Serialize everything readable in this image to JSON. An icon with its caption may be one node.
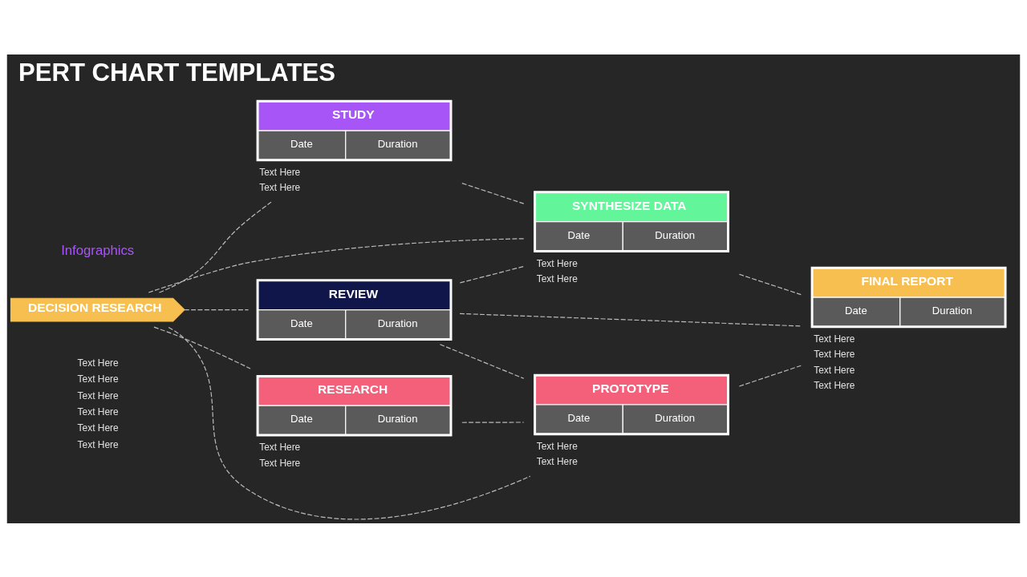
{
  "diagram": {
    "title": "PERT CHART TEMPLATES",
    "nodes": [
      {
        "text": [
          "DECISION RESEARCH"
        ],
        "beside": [
          "Text Here",
          "Text Here",
          "Text Here",
          "Text Here",
          "Text Here",
          "Text Here"
        ]
      },
      {
        "text": [
          "STUDY",
          "Date",
          "Duration"
        ],
        "beside": [
          "Text Here",
          "Text Here"
        ]
      },
      {
        "text": [
          "REVIEW",
          "Date",
          "Duration"
        ]
      },
      {
        "text": [
          "RESEARCH",
          "Date",
          "Duration"
        ],
        "beside": [
          "Text Here",
          "Text Here"
        ]
      },
      {
        "text": [
          "SYNTHESIZE DATA",
          "Date",
          "Duration"
        ],
        "beside": [
          "Text Here",
          "Text Here"
        ]
      },
      {
        "text": [
          "PROTOTYPE",
          "Date",
          "Duration"
        ],
        "beside": [
          "Text Here",
          "Text Here"
        ]
      },
      {
        "text": [
          "FINAL REPORT",
          "Date",
          "Duration"
        ],
        "beside": [
          "Text Here",
          "Text Here",
          "Text Here",
          "Text Here"
        ]
      }
    ],
    "edges": [
      {
        "from": 0,
        "to": 1,
        "arrow": "none",
        "style": "dashed"
      },
      {
        "from": 0,
        "to": 2,
        "arrow": "none",
        "style": "dashed"
      },
      {
        "from": 0,
        "to": 3,
        "arrow": "none",
        "style": "dashed"
      },
      {
        "from": 0,
        "to": 4,
        "arrow": "none",
        "style": "dashed"
      },
      {
        "from": 0,
        "to": 5,
        "arrow": "none",
        "style": "dashed"
      },
      {
        "from": 1,
        "to": 4,
        "arrow": "none",
        "style": "dashed"
      },
      {
        "from": 3,
        "to": 5,
        "arrow": "none",
        "style": "dashed"
      },
      {
        "from": 2,
        "to": 4,
        "arrow": "none",
        "style": "dashed"
      },
      {
        "from": 2,
        "to": 5,
        "arrow": "none",
        "style": "dashed"
      },
      {
        "from": 2,
        "to": 6,
        "arrow": "none",
        "style": "dashed"
      },
      {
        "from": 4,
        "to": 6,
        "arrow": "none",
        "style": "dashed"
      },
      {
        "from": 5,
        "to": 6,
        "arrow": "none",
        "style": "dashed"
      }
    ],
    "labels": [
      "Infographics"
    ]
  }
}
